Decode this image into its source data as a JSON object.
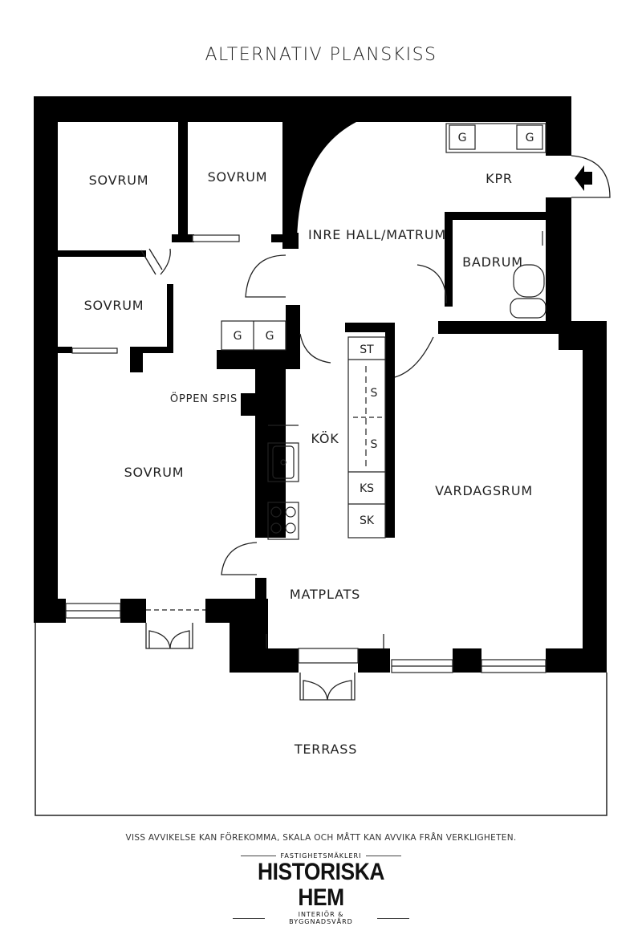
{
  "title": "ALTERNATIV PLANSKISS",
  "rooms": {
    "sovrum_1": "SOVRUM",
    "sovrum_2": "SOVRUM",
    "sovrum_3": "SOVRUM",
    "sovrum_4": "SOVRUM",
    "hall": "INRE HALL/MATRUM",
    "kpr": "KPR",
    "badrum": "BADRUM",
    "kok": "KÖK",
    "vardagsrum": "VARDAGSRUM",
    "matplats": "MATPLATS",
    "terrass": "TERRASS",
    "oppen_spis": "ÖPPEN SPIS"
  },
  "appliances": {
    "g": "G",
    "st": "ST",
    "s": "S",
    "ks": "KS",
    "sk": "SK"
  },
  "disclaimer": "VISS AVVIKELSE KAN FÖREKOMMA, SKALA OCH MÅTT KAN AVVIKA FRÅN VERKLIGHETEN.",
  "logo": {
    "top_line": "FASTIGHETSMÄKLERI",
    "brand": "HISTORISKA HEM",
    "bottom_line": "INTERIÖR & BYGGNADSVÅRD"
  }
}
